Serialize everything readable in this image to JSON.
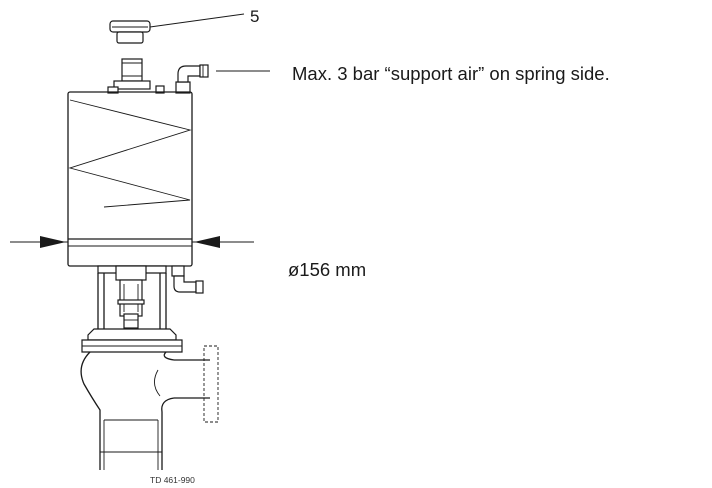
{
  "labels": {
    "item_number": "5",
    "support_air_note": "Max. 3 bar “support air” on spring side.",
    "diameter": "ø156 mm",
    "drawing_id": "TD 461-990"
  }
}
